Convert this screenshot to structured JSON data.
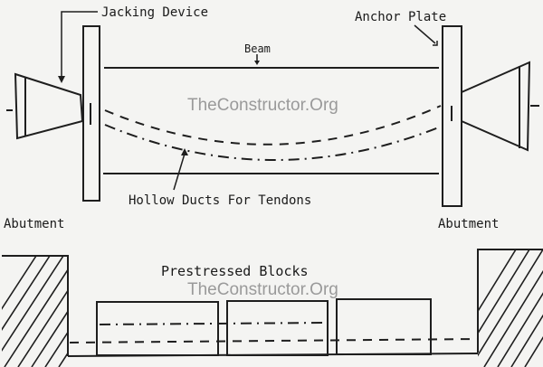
{
  "top_diagram": {
    "labels": {
      "jacking_device": "Jacking Device",
      "anchor_plate": "Anchor Plate",
      "beam": "Beam",
      "hollow_ducts": "Hollow Ducts For Tendons"
    },
    "watermark": "TheConstructor.Org"
  },
  "bottom_diagram": {
    "labels": {
      "abutment_left": "Abutment",
      "abutment_right": "Abutment",
      "prestressed_blocks": "Prestressed Blocks"
    },
    "watermark": "TheConstructor.Org",
    "block_count": 3
  }
}
